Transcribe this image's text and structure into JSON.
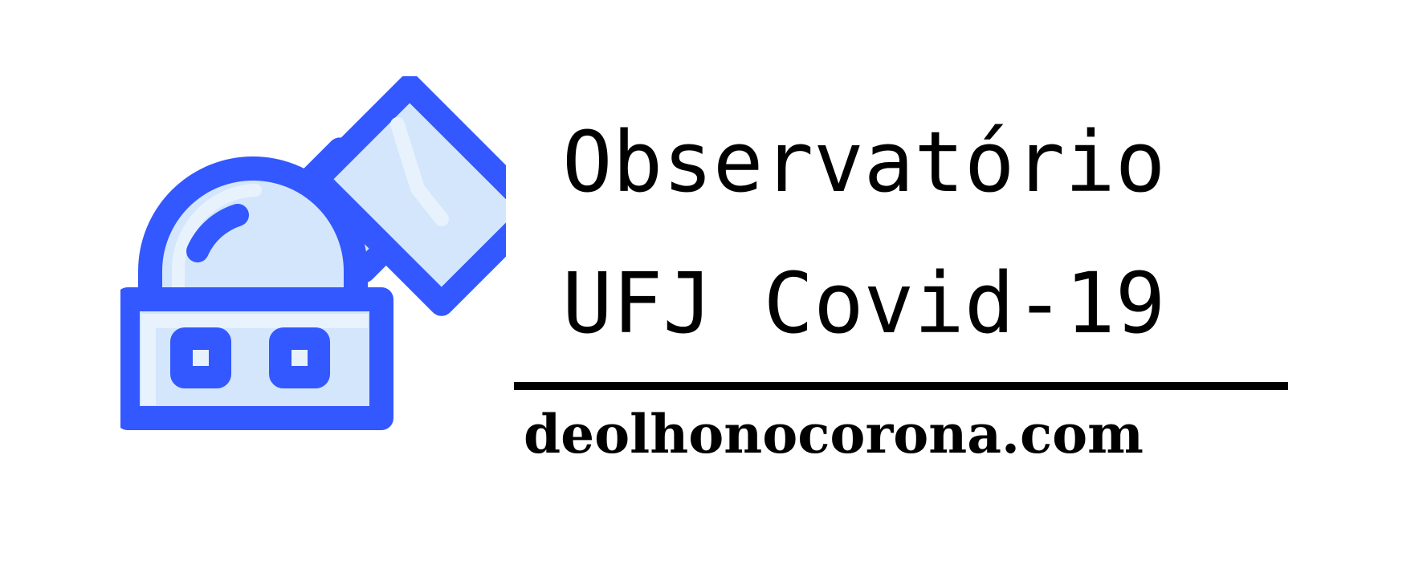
{
  "logo": {
    "icon": "observatory-icon",
    "title_line_1": "Observatório",
    "title_line_2": "UFJ Covid-19",
    "url": "deolhonocorona.com"
  },
  "colors": {
    "icon_stroke": "#3358FF",
    "icon_fill": "#D3E6FC",
    "icon_highlight": "#E8F2FD",
    "text": "#000000",
    "background": "#FFFFFF"
  }
}
